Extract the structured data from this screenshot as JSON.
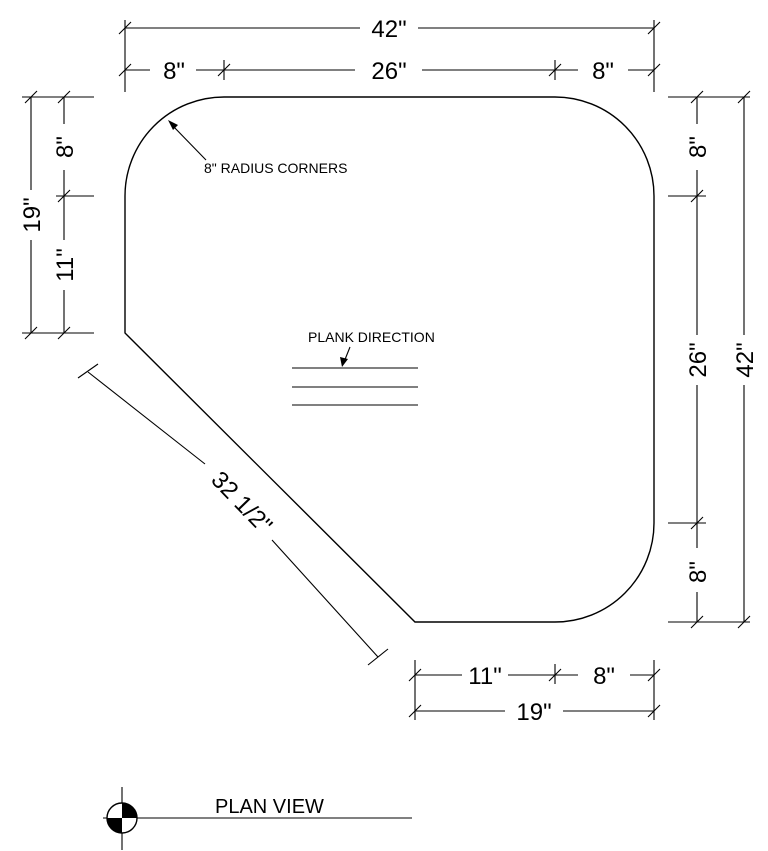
{
  "drawing": {
    "dimensions": {
      "top_overall": "42\"",
      "top_left_segment": "8\"",
      "top_middle_segment": "26\"",
      "top_right_segment": "8\"",
      "left_overall": "19\"",
      "left_upper_segment": "8\"",
      "left_lower_segment": "11\"",
      "right_overall": "42\"",
      "right_upper_segment": "8\"",
      "right_middle_segment": "26\"",
      "right_lower_segment": "8\"",
      "bottom_left_segment": "11\"",
      "bottom_right_segment": "8\"",
      "bottom_overall": "19\"",
      "diagonal": "32 1/2\""
    },
    "notes": {
      "radius": "8\" RADIUS CORNERS",
      "plank_direction": "PLANK DIRECTION"
    },
    "title": "PLAN VIEW"
  }
}
